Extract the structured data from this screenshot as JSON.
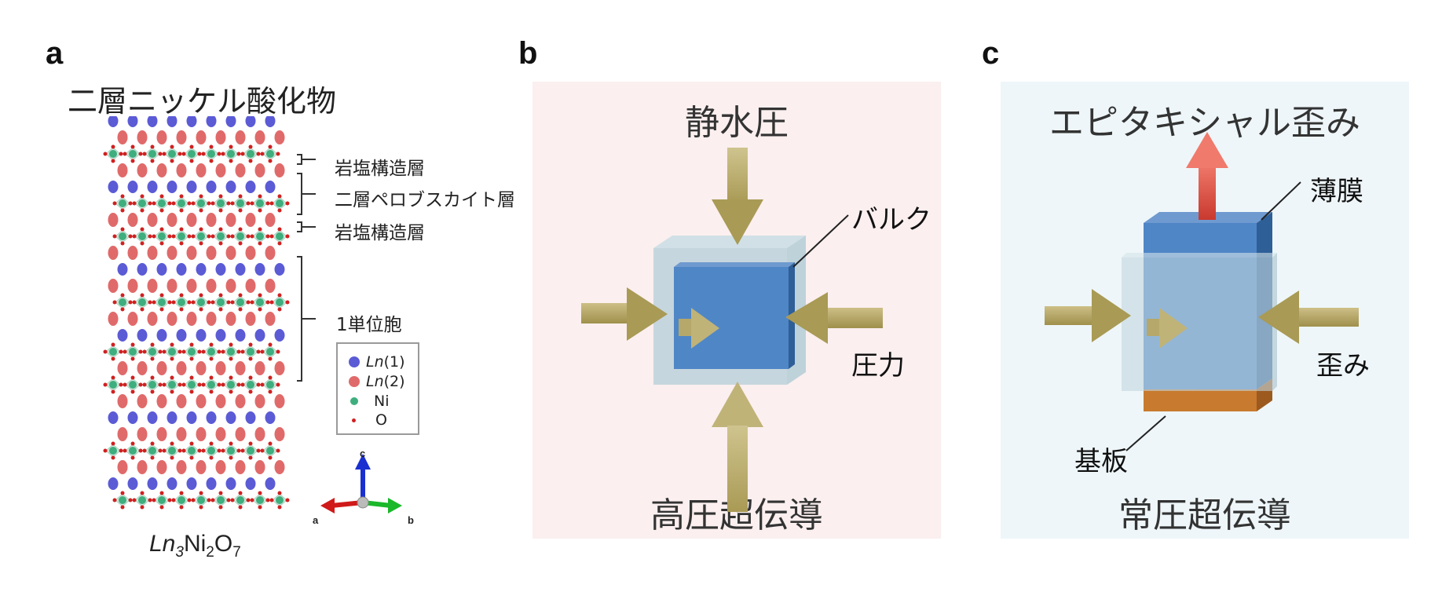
{
  "panels": {
    "a": {
      "letter": "a",
      "title": "二層ニッケル酸化物",
      "layers": [
        "岩塩構造層",
        "二層ペロブスカイト層",
        "岩塩構造層",
        "1単位胞"
      ],
      "legend": [
        {
          "italic": "Ln",
          "rest": " (1)",
          "color": "#5b5bd6"
        },
        {
          "italic": "Ln",
          "rest": " (2)",
          "color": "#e06a6a"
        },
        {
          "italic": "",
          "rest": "Ni",
          "color": "#3fae7e"
        },
        {
          "italic": "",
          "rest": "O",
          "color": "#d02020"
        }
      ],
      "axes": {
        "a": "a",
        "b": "b",
        "c": "c"
      },
      "formula": {
        "ln": "Ln",
        "sub3": "3",
        "ni": "Ni",
        "sub2": "2",
        "o": "O",
        "sub7": "7"
      }
    },
    "b": {
      "letter": "b",
      "top_title": "静水圧",
      "bottom_title": "高圧超伝導",
      "bulk_label": "バルク",
      "pressure_label": "圧力"
    },
    "c": {
      "letter": "c",
      "top_title": "エピタキシャル歪み",
      "bottom_title": "常圧超伝導",
      "film_label": "薄膜",
      "substrate_label": "基板",
      "strain_label": "歪み"
    }
  },
  "colors": {
    "panel_b_bg": "#fbefef",
    "panel_c_bg": "#eef6f9",
    "arrow_gold": "#b5a86a",
    "arrow_red": "#e0554a",
    "cube_blue": "#4f86c6",
    "substrate": "#c87a2e"
  }
}
